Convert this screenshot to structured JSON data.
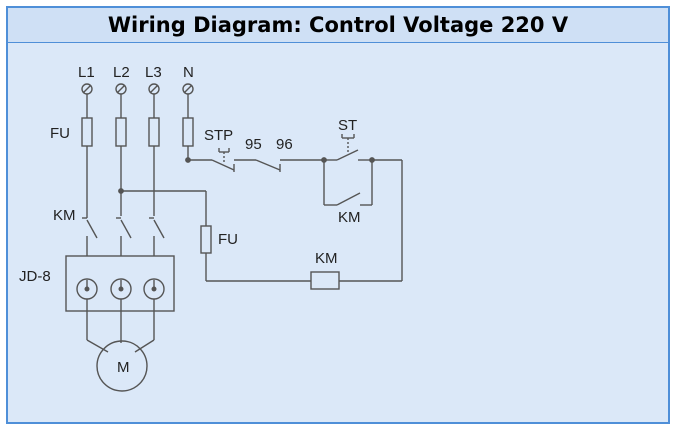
{
  "title": "Wiring Diagram: Control Voltage 220 V",
  "labels": {
    "l1": "L1",
    "l2": "L2",
    "l3": "L3",
    "n": "N",
    "fu_main": "FU",
    "stp": "STP",
    "n95": "95",
    "n96": "96",
    "st": "ST",
    "km_hold": "KM",
    "km_contactor": "KM",
    "fu_control": "FU",
    "km_coil": "KM",
    "jd8": "JD-8",
    "motor": "M"
  },
  "colors": {
    "background": "#dbe8f8",
    "border": "#4f8fd8",
    "wire": "#555555"
  }
}
